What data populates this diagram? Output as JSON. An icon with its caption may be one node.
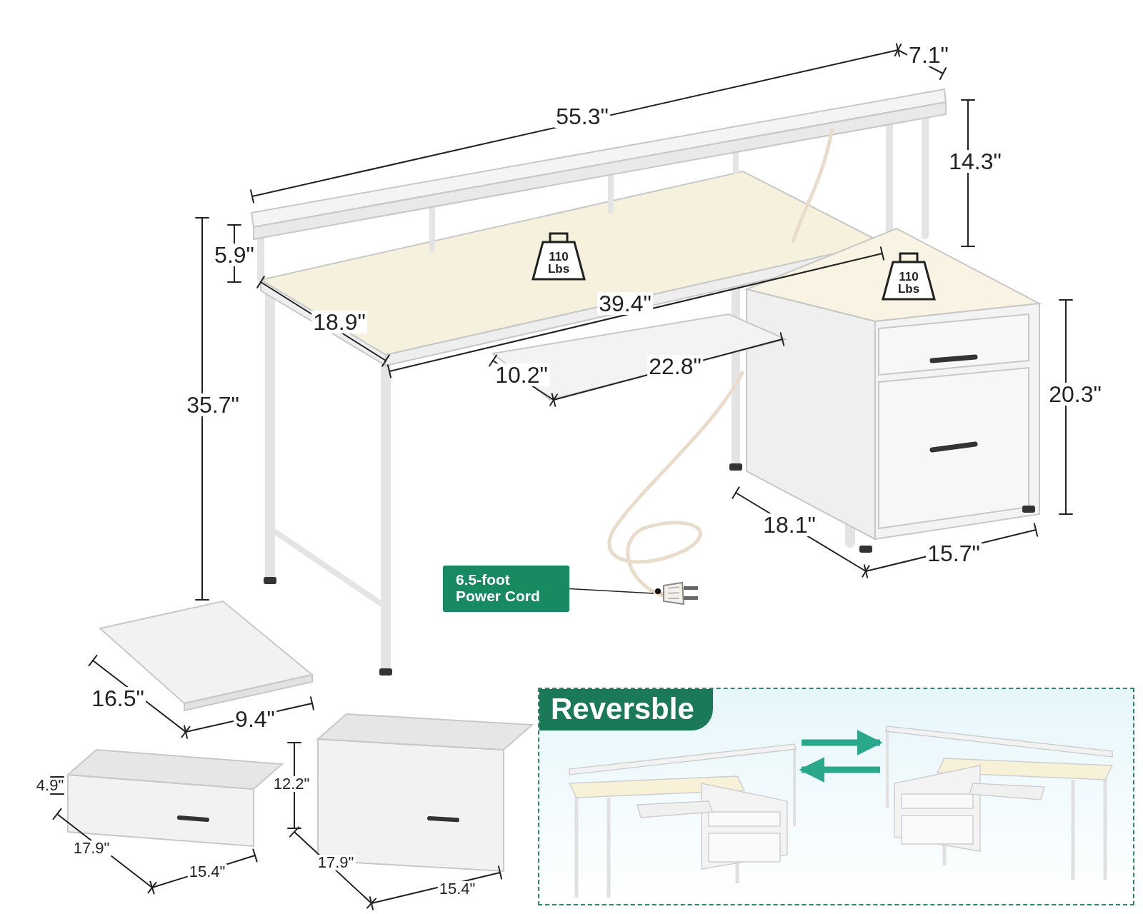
{
  "diagram": {
    "nodes": [
      {
        "text": [
          "6.5-foot Power Cord"
        ]
      },
      {
        "text": [],
        "shape": "picture"
      },
      {
        "text": [
          "Reversble"
        ]
      },
      {
        "text": [],
        "shape": "picture",
        "in": 2
      },
      {
        "text": [],
        "shape": "picture",
        "in": 2
      }
    ],
    "edges": [
      {
        "from": 0,
        "to": 1,
        "arrow": "none",
        "color": "#222222"
      },
      {
        "from": 3,
        "to": 4,
        "arrow": "to"
      },
      {
        "from": 4,
        "to": 3,
        "arrow": "to"
      }
    ],
    "labels": [
      "7.1\"",
      "55.3\"",
      "14.3\"",
      "5.9\"",
      "110 Lbs",
      "110 Lbs",
      "39.4\"",
      "18.9\"",
      "20.3\"",
      "35.7\"",
      "22.8\"",
      "10.2\"",
      "18.1\"",
      "15.7\"",
      "16.5\"",
      "9.4\"",
      "4.9\"",
      "12.2\"",
      "17.9\"",
      "15.4\"",
      "17.9\"",
      "15.4\""
    ]
  }
}
